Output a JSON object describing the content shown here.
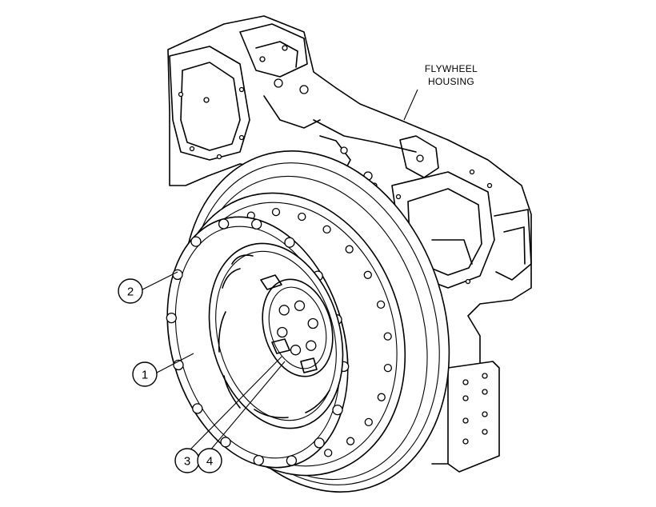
{
  "housing_label": {
    "line1": "FLYWHEEL",
    "line2": "HOUSING"
  },
  "callouts": [
    {
      "id": "1",
      "text": "1"
    },
    {
      "id": "2",
      "text": "2"
    },
    {
      "id": "3",
      "text": "3"
    },
    {
      "id": "4",
      "text": "4"
    }
  ]
}
